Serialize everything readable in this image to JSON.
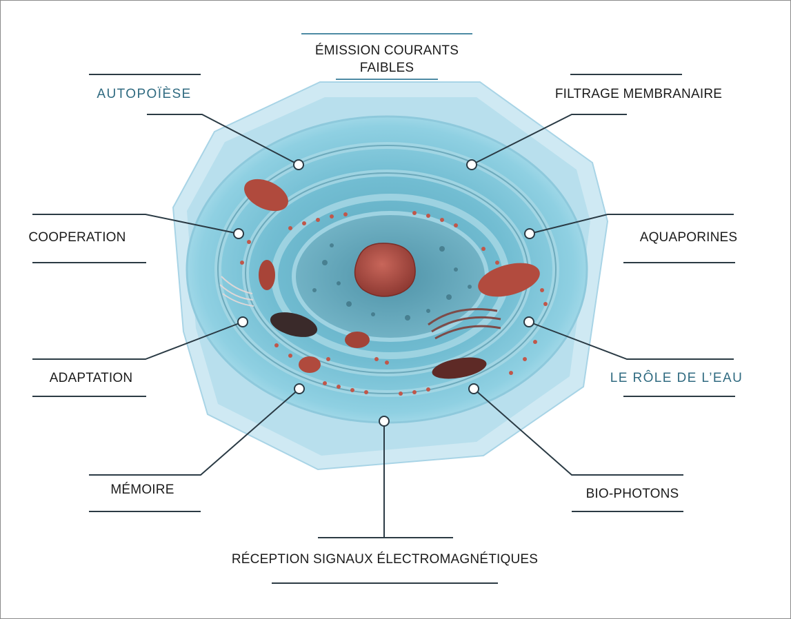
{
  "colors": {
    "leader_line": "#2a3a44",
    "accent_label": "#2f6a80",
    "membrane_halo": "#bfe0ee",
    "cytoplasm": "#6fb8cf",
    "organelle_red": "#a8463a"
  },
  "labels": {
    "emission": "ÉMISSION COURANTS\nFAIBLES",
    "autopoiese": "AUTOPOÏÈSE",
    "filtrage": "FILTRAGE MEMBRANAIRE",
    "cooperation": "COOPERATION",
    "aquaporines": "AQUAPORINES",
    "adaptation": "ADAPTATION",
    "role_eau": "LE RÔLE DE L’EAU",
    "memoire": "MÉMOIRE",
    "biophotons": "BIO-PHOTONS",
    "reception": "RÉCEPTION SIGNAUX ÉLECTROMAGNÉTIQUES"
  }
}
